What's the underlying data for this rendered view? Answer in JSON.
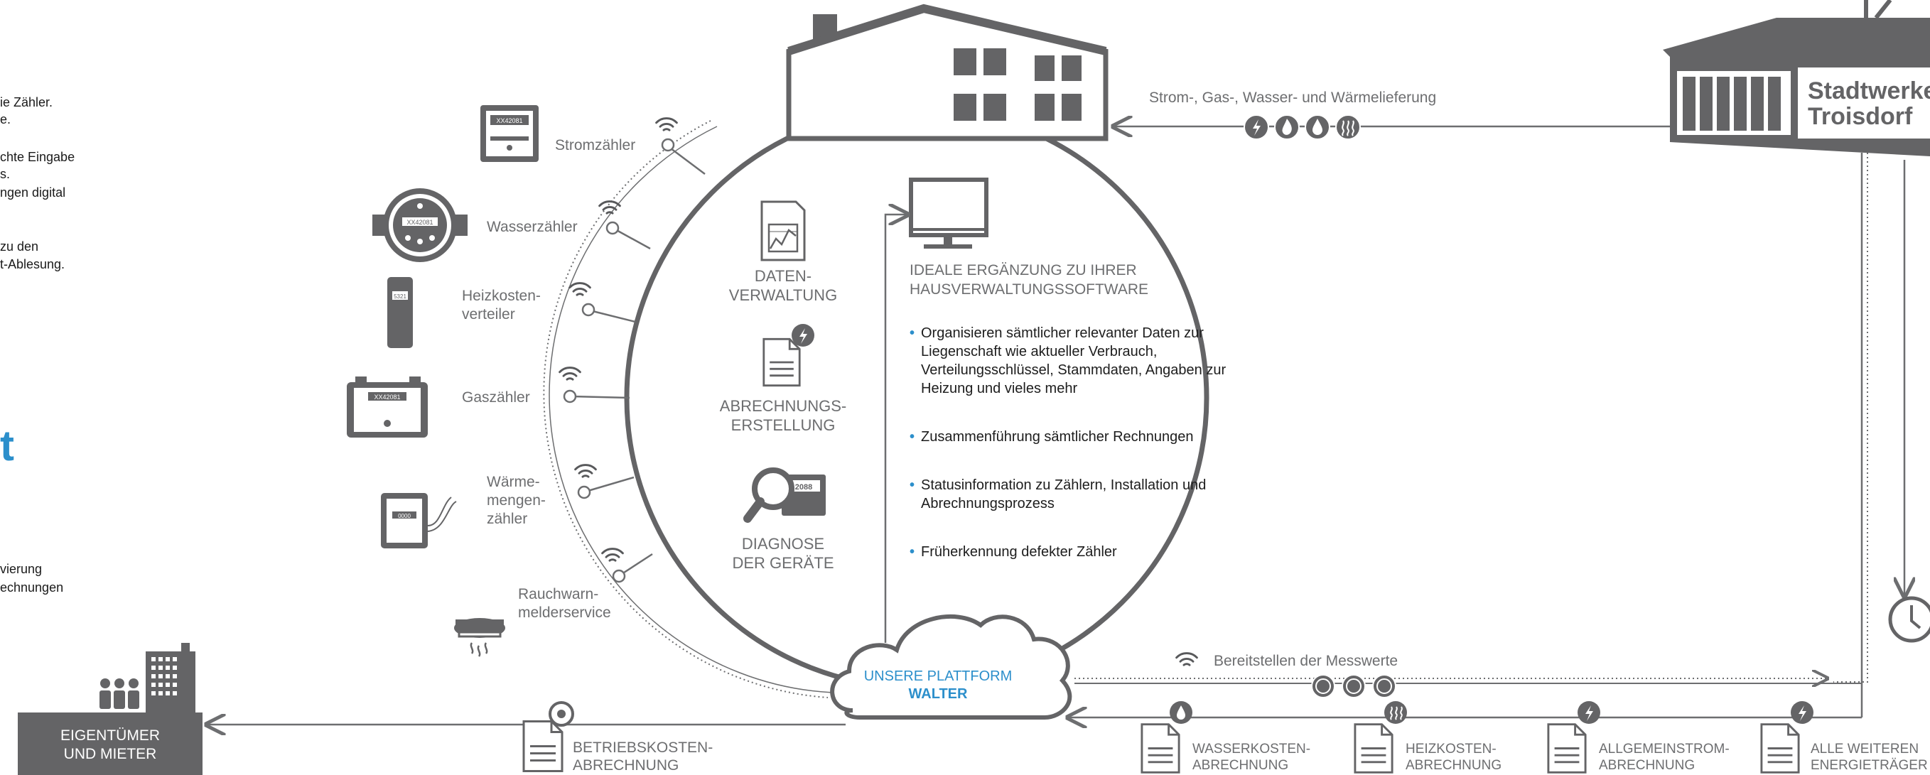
{
  "colors": {
    "gray": "#646466",
    "line": "#6d6e70",
    "accent": "#2c8fcb",
    "text": "#1d1d1d"
  },
  "left_partial": {
    "lines": [
      "ie Zähler.",
      "e.",
      "chte Eingabe",
      "s.",
      "ngen digital",
      "zu den",
      "t-Ablesung."
    ],
    "accent_letter": "t",
    "lines2": [
      "vierung",
      "echnungen"
    ]
  },
  "devices": [
    {
      "label": "Stromzähler",
      "icon": "electricity-meter-icon"
    },
    {
      "label": "Wasserzähler",
      "icon": "water-meter-icon"
    },
    {
      "label": "Heizkosten-\nverteiler",
      "icon": "heat-cost-allocator-icon"
    },
    {
      "label": "Gaszähler",
      "icon": "gas-meter-icon"
    },
    {
      "label": "Wärme-\nmengen-\nzähler",
      "icon": "heat-meter-icon"
    },
    {
      "label": "Rauchwarn-\nmelderservice",
      "icon": "smoke-detector-icon"
    }
  ],
  "meter_readings": {
    "strom": "XX42081",
    "wasser": "XX42081",
    "heiz": "5321",
    "gas": "XX42081",
    "waerme": "0000"
  },
  "circle_left": [
    {
      "label": "DATEN-\nVERWALTUNG",
      "icon": "document-chart-icon"
    },
    {
      "label": "ABRECHNUNGS-\nERSTELLUNG",
      "icon": "document-lightning-icon"
    },
    {
      "label": "DIAGNOSE\nDER GERÄTE",
      "icon": "magnifier-meter-icon"
    }
  ],
  "diagnose_reading": "2088",
  "right_panel": {
    "heading": "IDEALE ERGÄNZUNG ZU IHRER\nHAUSVERWALTUNGSSOFTWARE",
    "bullets": [
      "Organisieren sämtlicher relevanter Daten zur Liegenschaft wie aktueller Verbrauch, Verteilungsschlüssel, Stammdaten, Angaben zur Heizung und vieles mehr",
      "Zusammenführung sämtlicher Rechnungen",
      "Statusinformation zu Zählern, Installation und Abrechnungsprozess",
      "Früherkennung defekter Zähler"
    ]
  },
  "platform": {
    "line1": "UNSERE PLATTFORM",
    "line2": "WALTER"
  },
  "supply": {
    "label": "Strom-, Gas-, Wasser- und Wärmelieferung",
    "icons": [
      "lightning-icon",
      "flame-icon",
      "drop-icon",
      "heat-icon"
    ]
  },
  "stadtwerke": {
    "line1": "Stadtwerke",
    "line2": "Troisdorf"
  },
  "messwerte": {
    "label": "Bereitstellen der Messwerte"
  },
  "owners": {
    "label": "EIGENTÜMER\nUND MIETER"
  },
  "betriebskosten": {
    "label": "BETRIEBSKOSTEN-\nABRECHNUNG"
  },
  "bills": [
    {
      "label": "WASSERKOSTEN-\nABRECHNUNG",
      "icon": "drop-icon"
    },
    {
      "label": "HEIZKOSTEN-\nABRECHNUNG",
      "icon": "heat-icon"
    },
    {
      "label": "ALLGEMEINSTROM-\nABRECHNUNG",
      "icon": "lightning-icon"
    },
    {
      "label": "ALLE WEITEREN\nENERGIETRÄGER",
      "icon": "lightning-icon"
    }
  ]
}
